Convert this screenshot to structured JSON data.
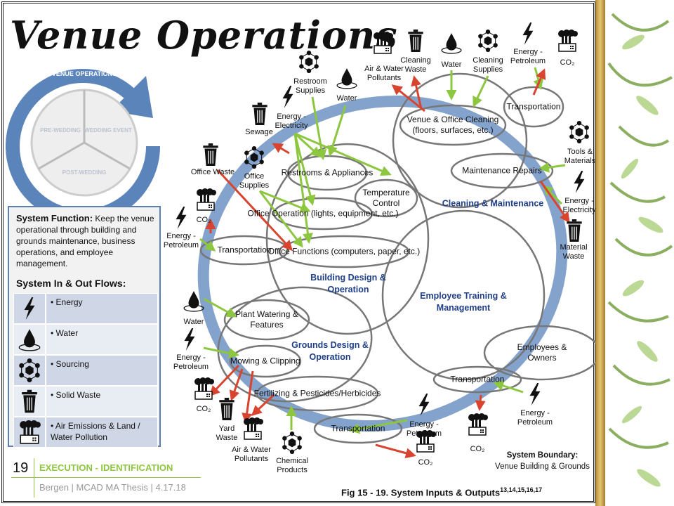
{
  "title": "Venue Operations",
  "cycle": {
    "header": "VENUE OPERATIONS",
    "segments": [
      "PRE-WEDDING",
      "WEDDING EVENT",
      "POST-WEDDING"
    ]
  },
  "panel": {
    "function_label": "System Function:",
    "function_text": "Keep the venue operational through building and grounds maintenance, business operations, and employee management.",
    "flows_heading": "System In & Out Flows:",
    "flows": [
      {
        "icon": "lightning-icon",
        "label": "• Energy"
      },
      {
        "icon": "water-drop-icon",
        "label": "• Water"
      },
      {
        "icon": "hexagon-network-icon",
        "label": "• Sourcing"
      },
      {
        "icon": "trash-can-icon",
        "label": "• Solid Waste"
      },
      {
        "icon": "factory-icon",
        "label": "• Air Emissions & Land / Water Pollution"
      }
    ]
  },
  "footer": {
    "page": "19",
    "section": "EXECUTION - IDENTIFICATION",
    "author": "Bergen | MCAD MA Thesis | 4.17.18"
  },
  "colors": {
    "input_arrow": "#8dc63f",
    "output_arrow": "#d9442f",
    "boundary": "#5b84bb",
    "area_label": "#1f3f88"
  },
  "areas": [
    "Cleaning & Maintenance",
    "Building Design & Operation",
    "Employee Training & Management",
    "Grounds Design & Operation"
  ],
  "nodes": [
    "Venue & Office Cleaning (floors, surfaces, etc.)",
    "Transportation",
    "Maintenance Repairs",
    "Restrooms & Appliances",
    "Temperature Control",
    "Office Operation (lights, equipment, etc.)",
    "Office Functions (computers, paper, etc.)",
    "Transportation",
    "Plant Watering & Features",
    "Mowing & Clipping",
    "Fertilizing & Pesticides/Herbicides",
    "Transportation",
    "Transportation",
    "Employees & Owners"
  ],
  "externals": [
    {
      "icon": "factory-icon",
      "label": "Air & Water Pollutants"
    },
    {
      "icon": "trash-can-icon",
      "label": "Cleaning Waste"
    },
    {
      "icon": "water-drop-icon",
      "label": "Water"
    },
    {
      "icon": "hexagon-network-icon",
      "label": "Cleaning Supplies"
    },
    {
      "icon": "lightning-icon",
      "label": "Energy - Petroleum"
    },
    {
      "icon": "factory-icon",
      "label": "CO₂"
    },
    {
      "icon": "hexagon-network-icon",
      "label": "Restroom Supplies"
    },
    {
      "icon": "water-drop-icon",
      "label": "Water"
    },
    {
      "icon": "lightning-icon",
      "label": "Energy - Electricity"
    },
    {
      "icon": "trash-can-icon",
      "label": "Sewage"
    },
    {
      "icon": "trash-can-icon",
      "label": "Office Waste"
    },
    {
      "icon": "hexagon-network-icon",
      "label": "Office Supplies"
    },
    {
      "icon": "factory-icon",
      "label": "CO₂"
    },
    {
      "icon": "lightning-icon",
      "label": "Energy - Petroleum"
    },
    {
      "icon": "hexagon-network-icon",
      "label": "Tools & Materials"
    },
    {
      "icon": "lightning-icon",
      "label": "Energy - Electricity"
    },
    {
      "icon": "trash-can-icon",
      "label": "Material Waste"
    },
    {
      "icon": "water-drop-icon",
      "label": "Water"
    },
    {
      "icon": "lightning-icon",
      "label": "Energy - Petroleum"
    },
    {
      "icon": "factory-icon",
      "label": "CO₂"
    },
    {
      "icon": "trash-can-icon",
      "label": "Yard Waste"
    },
    {
      "icon": "factory-icon",
      "label": "Air & Water Pollutants"
    },
    {
      "icon": "hexagon-network-icon",
      "label": "Chemical Products"
    },
    {
      "icon": "lightning-icon",
      "label": "Energy - Petroleum"
    },
    {
      "icon": "factory-icon",
      "label": "CO₂"
    },
    {
      "icon": "factory-icon",
      "label": "CO₂"
    },
    {
      "icon": "lightning-icon",
      "label": "Energy - Petroleum"
    }
  ],
  "boundary": {
    "label": "System Boundary:",
    "text": "Venue Building & Grounds"
  },
  "caption": {
    "text": "Fig 15 - 19. System Inputs & Outputs",
    "refs": "13,14,15,16,17"
  }
}
